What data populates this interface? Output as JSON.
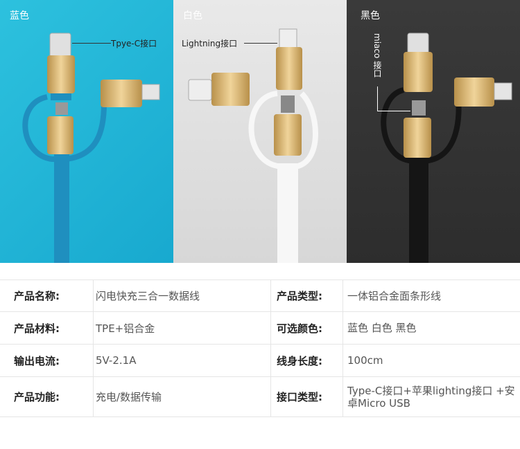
{
  "panels": [
    {
      "color_label": "蓝色",
      "callout": "Tpye-C接口",
      "cable_color": "#1f8fbf"
    },
    {
      "color_label": "白色",
      "callout": "Lightning接口",
      "cable_color": "#f2f2f2"
    },
    {
      "color_label": "黑色",
      "callout": "miaco 接口",
      "cable_color": "#1a1a1a"
    }
  ],
  "accent_gold": "#d9b56a",
  "specs": [
    {
      "k1": "产品名称:",
      "v1": "闪电快充三合一数据线",
      "k2": "产品类型:",
      "v2": "一体铝合金面条形线"
    },
    {
      "k1": "产品材料:",
      "v1": "TPE+铝合金",
      "k2": "可选颜色:",
      "v2": "蓝色 白色 黑色"
    },
    {
      "k1": "输出电流:",
      "v1": "5V-2.1A",
      "k2": "线身长度:",
      "v2": "100cm"
    },
    {
      "k1": "产品功能:",
      "v1": "充电/数据传输",
      "k2": "接口类型:",
      "v2": "Type-C接口+苹果lighting接口 +安卓Micro USB"
    }
  ]
}
